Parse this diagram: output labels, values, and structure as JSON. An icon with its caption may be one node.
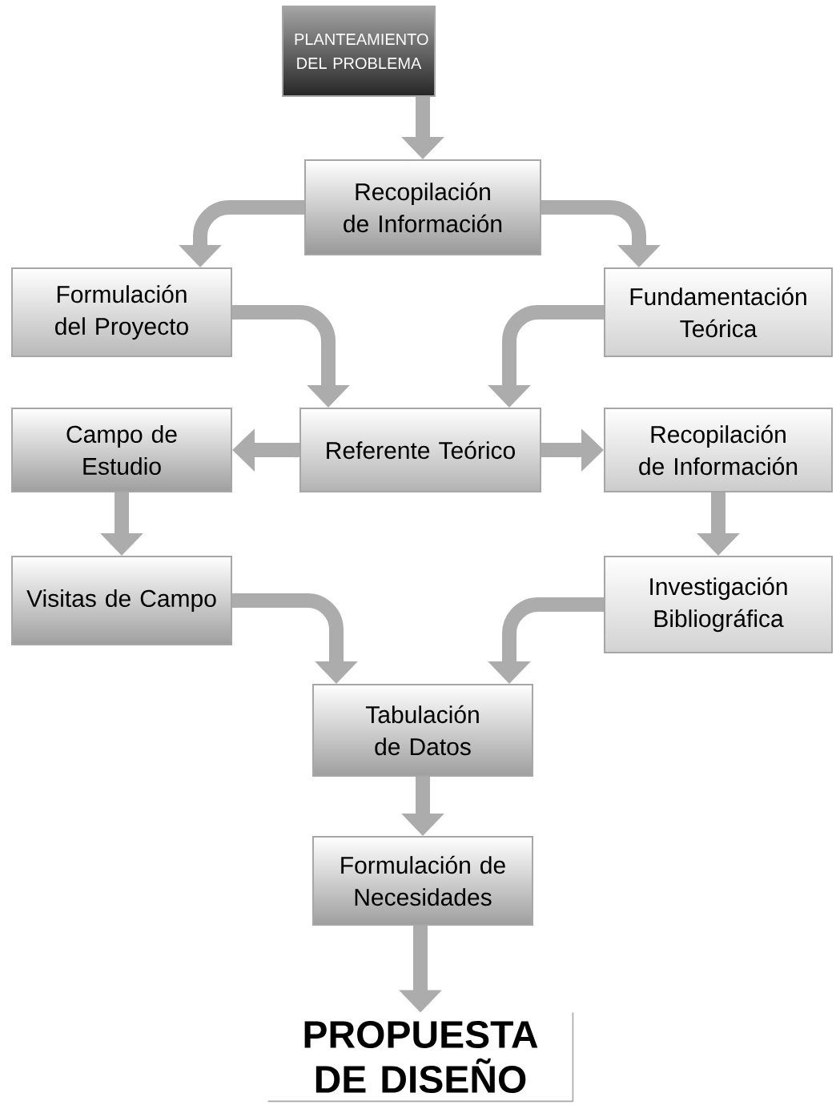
{
  "diagram": {
    "nodes": [
      {
        "text": [
          "PLANTEAMIENTO DEL PROBLEMA"
        ]
      },
      {
        "text": [
          "Recopilación de Información"
        ]
      },
      {
        "text": [
          "Formulación del Proyecto"
        ]
      },
      {
        "text": [
          "Fundamentación Teórica"
        ]
      },
      {
        "text": [
          "Referente Teórico"
        ]
      },
      {
        "text": [
          "Campo de Estudio"
        ]
      },
      {
        "text": [
          "Recopilación de Información"
        ]
      },
      {
        "text": [
          "Visitas de Campo"
        ]
      },
      {
        "text": [
          "Investigación Bibliográfica"
        ]
      },
      {
        "text": [
          "Tabulación de Datos"
        ]
      },
      {
        "text": [
          "Formulación de Necesidades"
        ]
      },
      {
        "text": [
          "PROPUESTA DE DISEÑO"
        ]
      }
    ],
    "edges": [
      {
        "from": 0,
        "to": 1,
        "arrow": "to"
      },
      {
        "from": 1,
        "to": 2,
        "arrow": "to"
      },
      {
        "from": 1,
        "to": 3,
        "arrow": "to"
      },
      {
        "from": 2,
        "to": 4,
        "arrow": "to"
      },
      {
        "from": 3,
        "to": 4,
        "arrow": "to"
      },
      {
        "from": 4,
        "to": 5,
        "arrow": "to"
      },
      {
        "from": 4,
        "to": 6,
        "arrow": "to"
      },
      {
        "from": 5,
        "to": 7,
        "arrow": "to"
      },
      {
        "from": 6,
        "to": 8,
        "arrow": "to"
      },
      {
        "from": 7,
        "to": 9,
        "arrow": "to"
      },
      {
        "from": 8,
        "to": 9,
        "arrow": "to"
      },
      {
        "from": 9,
        "to": 10,
        "arrow": "to"
      },
      {
        "from": 10,
        "to": 11,
        "arrow": "to"
      }
    ]
  }
}
